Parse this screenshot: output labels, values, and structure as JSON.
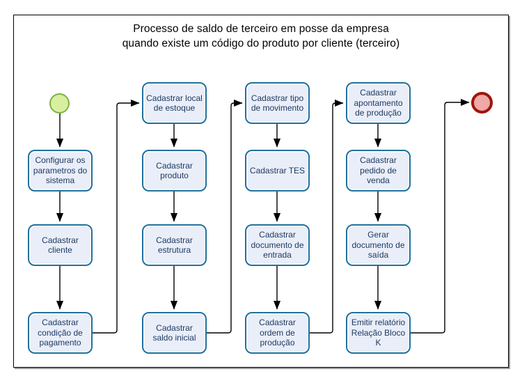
{
  "title": {
    "line1": "Processo de saldo de terceiro em posse da empresa",
    "line2": "quando existe um código do produto por cliente (terceiro)"
  },
  "events": {
    "start_label": "",
    "end_label": ""
  },
  "nodes": [
    {
      "id": "configurar-parametros",
      "label": "Configurar os parametros do sistema"
    },
    {
      "id": "cadastrar-cliente",
      "label": "Cadastrar cliente"
    },
    {
      "id": "cadastrar-condicao-pagamento",
      "label": "Cadastrar condição de pagamento"
    },
    {
      "id": "cadastrar-local-estoque",
      "label": "Cadastrar local de estoque"
    },
    {
      "id": "cadastrar-produto",
      "label": "Cadastrar produto"
    },
    {
      "id": "cadastrar-estrutura",
      "label": "Cadastrar estrutura"
    },
    {
      "id": "cadastrar-saldo-inicial",
      "label": "Cadastrar saldo inicial"
    },
    {
      "id": "cadastrar-tipo-movimento",
      "label": "Cadastrar tipo de movimento"
    },
    {
      "id": "cadastrar-tes",
      "label": "Cadastrar TES"
    },
    {
      "id": "cadastrar-documento-entrada",
      "label": "Cadastrar documento de entrada"
    },
    {
      "id": "cadastrar-ordem-producao",
      "label": "Cadastrar ordem de produção"
    },
    {
      "id": "cadastrar-apontamento-producao",
      "label": "Cadastrar apontamento de produção"
    },
    {
      "id": "cadastrar-pedido-venda",
      "label": "Cadastrar pedido de venda"
    },
    {
      "id": "gerar-documento-saida",
      "label": "Gerar documento de saída"
    },
    {
      "id": "emitir-relatorio-bloco-k",
      "label": "Emitir relatório Relação Bloco K"
    }
  ],
  "colors": {
    "node_border": "#20709E",
    "node_fill": "#E9EEF9",
    "node_text": "#1F3A60",
    "start_border": "#7CB342",
    "start_fill": "#D9EFA0",
    "end_border": "#9E150D",
    "end_fill": "#EFA9A6",
    "connector": "#000000"
  }
}
